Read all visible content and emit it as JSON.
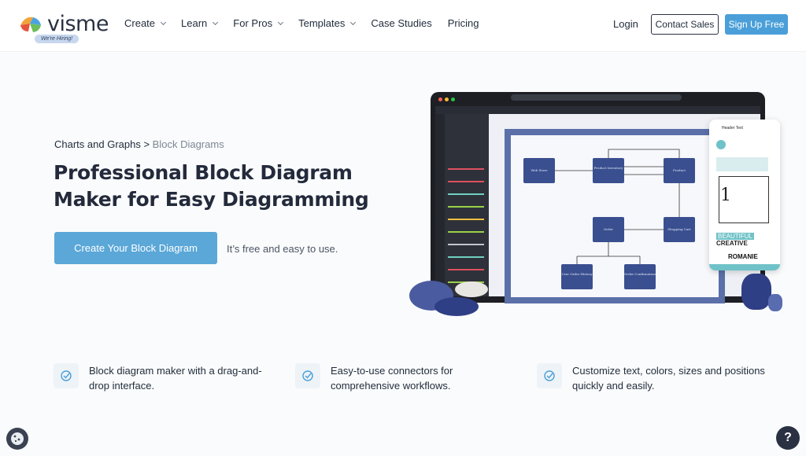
{
  "header": {
    "logo_text": "visme",
    "hiring_badge": "We're Hiring!",
    "nav": [
      {
        "label": "Create",
        "dropdown": true
      },
      {
        "label": "Learn",
        "dropdown": true
      },
      {
        "label": "For Pros",
        "dropdown": true
      },
      {
        "label": "Templates",
        "dropdown": true
      },
      {
        "label": "Case Studies",
        "dropdown": false
      },
      {
        "label": "Pricing",
        "dropdown": false
      }
    ],
    "login": "Login",
    "contact_sales": "Contact Sales",
    "sign_up": "Sign Up Free"
  },
  "hero": {
    "breadcrumb_root": "Charts and Graphs",
    "breadcrumb_sep": " > ",
    "breadcrumb_current": "Block Diagrams",
    "title_line1": "Professional Block Diagram",
    "title_line2": "Maker for Easy Diagramming",
    "cta": "Create Your Block Diagram",
    "cta_note": "It’s free and easy to use."
  },
  "illustration": {
    "nodes": [
      "Web Store",
      "Product Inventory",
      "Product",
      "Order",
      "Shopping Cart",
      "User Order History",
      "Order Confirmation"
    ],
    "phone_header": "Header Text",
    "phone_number": "1",
    "phone_creative_a": "BEAUTIFUL",
    "phone_creative_b": "CREATIVE",
    "phone_name": "ROMANIE"
  },
  "features": [
    {
      "text": "Block diagram maker with a drag-and-drop interface."
    },
    {
      "text": "Easy-to-use connectors for comprehensive workflows."
    },
    {
      "text": "Customize text, colors, sizes and positions quickly and easily."
    }
  ],
  "help_label": "?",
  "colors": {
    "primary": "#4a9fd8",
    "cta": "#5aa7d8",
    "diagram_node": "#3a4f8f",
    "teal": "#6fc2c7"
  }
}
